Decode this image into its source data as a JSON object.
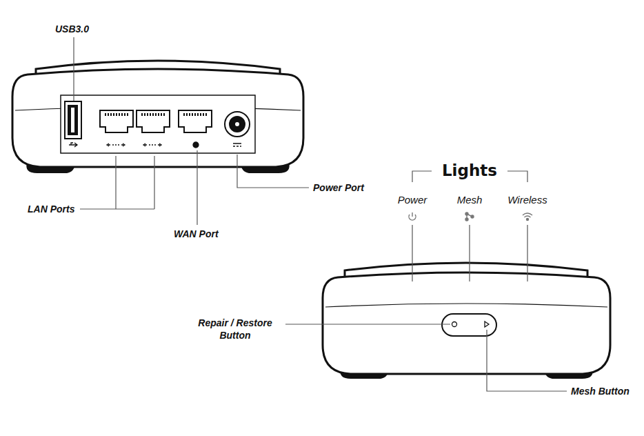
{
  "diagram": {
    "labels": [
      "USB3.0",
      "LAN Ports",
      "WAN Port",
      "Power Port",
      "Lights",
      "Power",
      "Mesh",
      "Wireless",
      "Repair / Restore Button",
      "Mesh Button"
    ]
  }
}
